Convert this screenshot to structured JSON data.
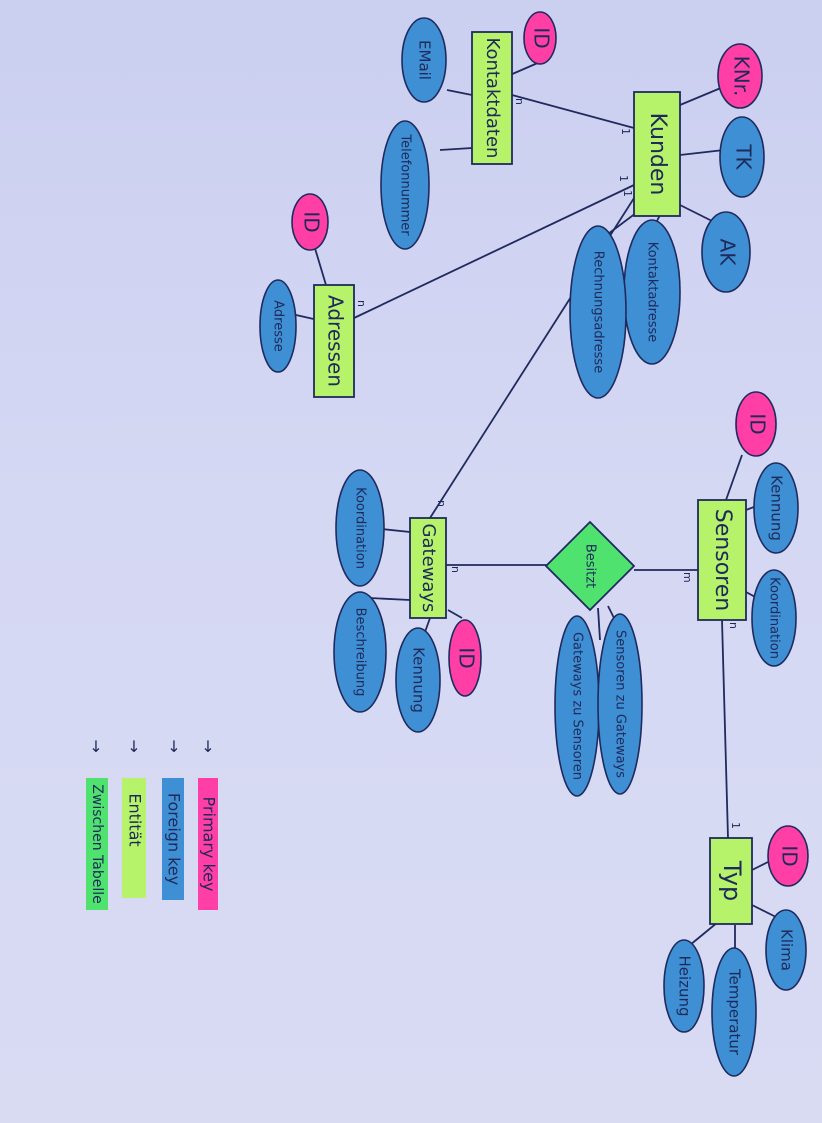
{
  "colors": {
    "entity": "#b6f36a",
    "attribute": "#3f8fd4",
    "primary_key": "#ff3fa5",
    "junction": "#4fe26f",
    "ink": "#1f2a5e",
    "paper": "#d2d5f2"
  },
  "entities": {
    "kontaktdaten": "Kontaktdaten",
    "kunden": "Kunden",
    "adressen": "Adressen",
    "gateways": "Gateways",
    "sensoren": "Sensoren",
    "typ": "Typ"
  },
  "relationship": {
    "besitzt": "Besitzt"
  },
  "attributes": {
    "kontaktdaten": {
      "id": "ID",
      "email": "EMail",
      "telefon": "Telefonnummer"
    },
    "kunden": {
      "knr": "KNr.",
      "tk": "TK",
      "ak": "AK",
      "kontaktadresse": "Kontaktadresse",
      "rechnungsadresse": "Rechnungsadresse"
    },
    "adressen": {
      "id": "ID",
      "adresse": "Adresse"
    },
    "gateways": {
      "koordination": "Koordination",
      "beschreibung": "Beschreibung",
      "kennung": "Kennung",
      "id": "ID"
    },
    "sensoren": {
      "id": "ID",
      "kennung": "Kennung",
      "koordination": "Koordination"
    },
    "besitzt": {
      "sensoren_zu_gateways": "Sensoren zu Gateways",
      "gateways_zu_sensoren": "Gateways zu Sensoren"
    },
    "typ": {
      "id": "ID",
      "klima": "Klima",
      "temperatur": "Temperatur",
      "heizung": "Heizung"
    }
  },
  "cardinalities": {
    "kontaktdaten_kunden_n": "n",
    "kontaktdaten_kunden_1": "1",
    "adressen_kunden_n": "n",
    "adressen_kunden_1": "1",
    "gateways_kunden_n": "n",
    "gateways_kunden_1": "1",
    "gateways_besitzt_n": "n",
    "sensoren_besitzt_m": "m",
    "sensoren_typ_n": "n",
    "sensoren_typ_1": "1"
  },
  "legend": {
    "primary_key": "Primary key",
    "foreign_key": "Foreign key",
    "entitaet": "Entität",
    "zwischentabelle": "Zwischen Tabelle"
  }
}
